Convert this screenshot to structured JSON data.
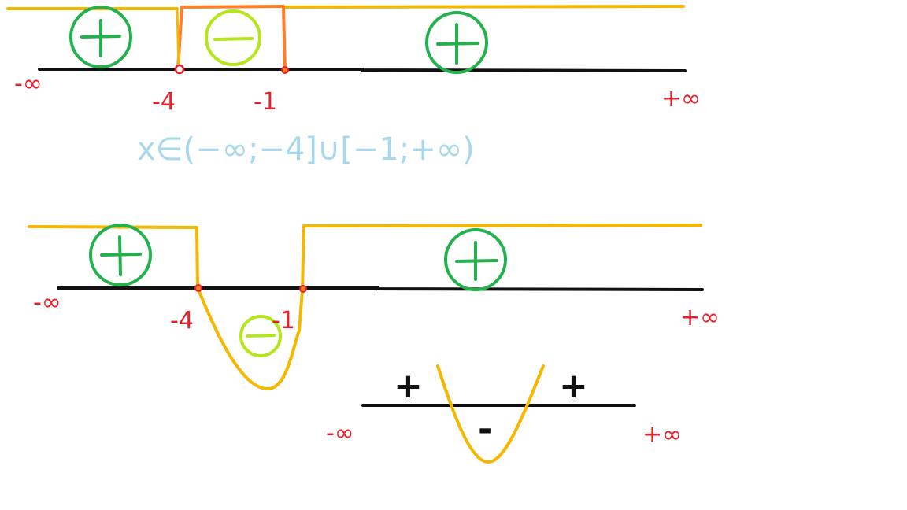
{
  "colors": {
    "axis": "#111111",
    "wave": "#f5b800",
    "wave_box": "#ff7f27",
    "plus_circle": "#22b14c",
    "minus_circle": "#b5e61d",
    "labels": "#e8202a",
    "answer": "#a8d8ea"
  },
  "icons": {
    "plus": "circled-plus-icon",
    "minus": "circled-minus-icon"
  },
  "diagram_top": {
    "neg_inf": "-∞",
    "pos_inf": "+∞",
    "point_a": "-4",
    "point_b": "-1",
    "signs": [
      "+",
      "−",
      "+"
    ],
    "answer": "x∈(−∞;−4]∪[−1;+∞)"
  },
  "diagram_middle": {
    "neg_inf": "-∞",
    "pos_inf": "+∞",
    "point_a": "-4",
    "point_b": "-1",
    "signs": [
      "+",
      "−",
      "+"
    ]
  },
  "diagram_bottom": {
    "neg_inf": "-∞",
    "pos_inf": "+∞",
    "sign_left": "+",
    "sign_middle": "-",
    "sign_right": "+"
  }
}
